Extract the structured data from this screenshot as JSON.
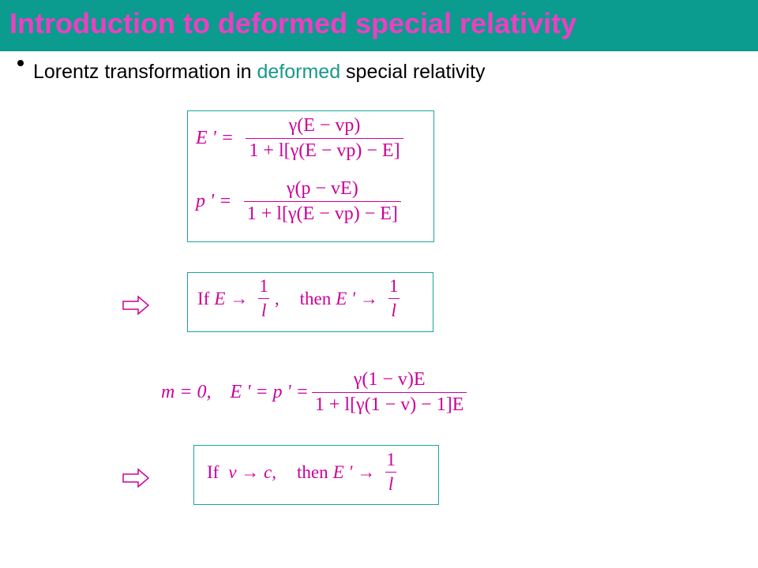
{
  "slide": {
    "title": "Introduction to deformed special relativity",
    "bullet": {
      "pre": "Lorentz transformation in ",
      "highlight": "deformed",
      "post": " special relativity"
    }
  },
  "equations": {
    "e_prime": {
      "lhs": "E ' =",
      "num": "γ(E − vp)",
      "den": "1 + l[γ(E − vp) − E]"
    },
    "p_prime": {
      "lhs": "p ' =",
      "num": "γ(p − vE)",
      "den": "1 + l[γ(E − vp) − E]"
    },
    "limit_energy": {
      "if": "If",
      "var": "E",
      "arrow": "→",
      "frac_num": "1",
      "frac_den": "l",
      "comma": ",",
      "then": "then",
      "var2": "E '",
      "arrow2": "→",
      "frac2_num": "1",
      "frac2_den": "l"
    },
    "massless": {
      "cond": "m = 0,",
      "lhs": "E ' = p ' =",
      "num": "γ(1 − v)E",
      "den": "1 + l[γ(1 − v) − 1]E"
    },
    "limit_velocity": {
      "if": "If",
      "var": "v → c,",
      "then": "then",
      "var2": "E '",
      "arrow": "→",
      "frac_num": "1",
      "frac_den": "l"
    }
  },
  "colors": {
    "title_bar": "#0b9b8f",
    "title_text": "#ee3fc2",
    "equation": "#cc0099",
    "box_border": "#17a69c",
    "highlight": "#17998c"
  },
  "icons": [
    "implies-arrow-icon",
    "implies-arrow-icon"
  ]
}
